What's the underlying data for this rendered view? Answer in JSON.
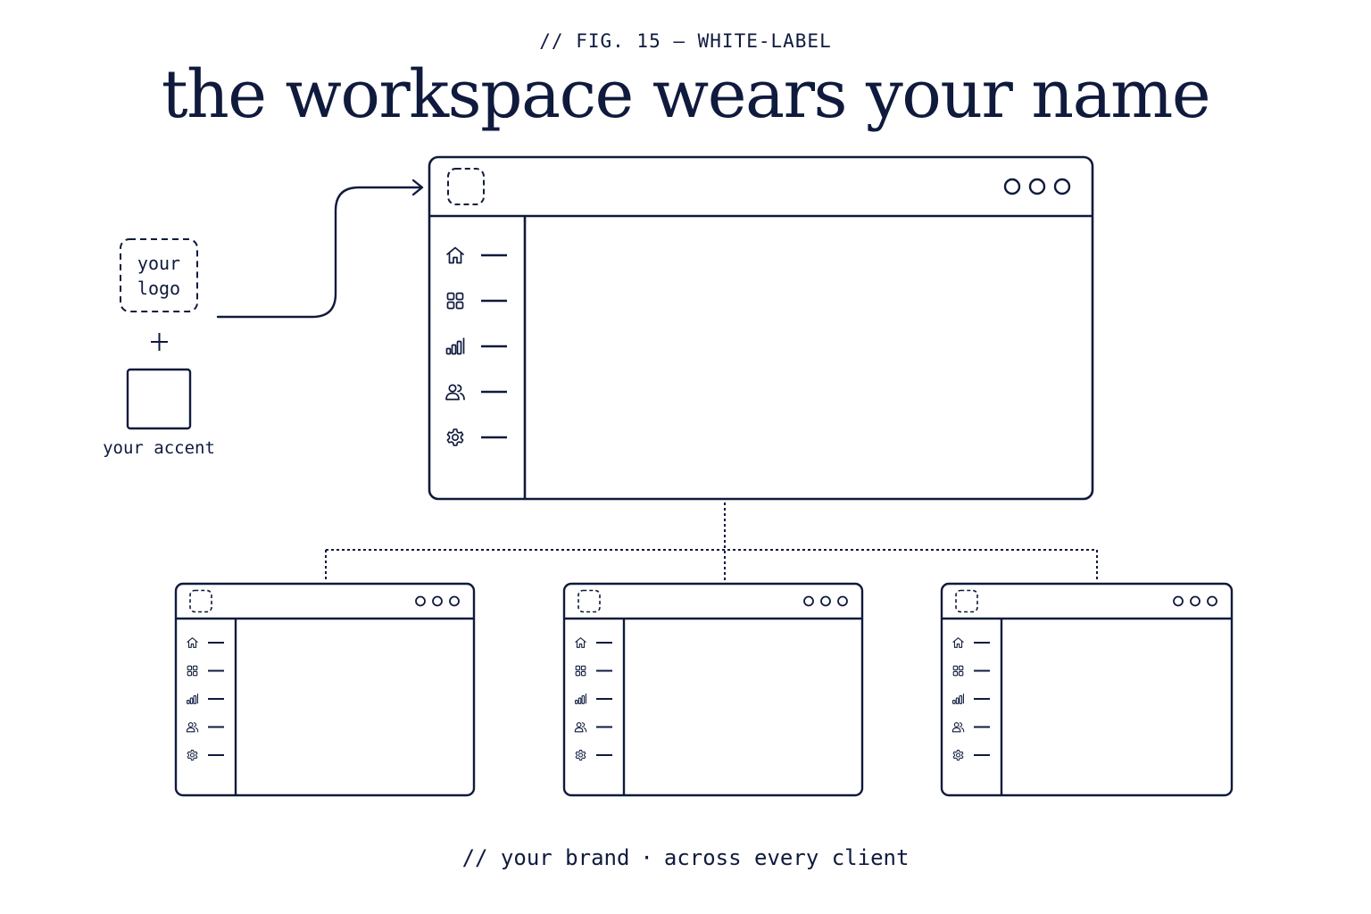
{
  "figure": {
    "label": "// FIG. 15 — WHITE-LABEL",
    "title": "the workspace wears your name"
  },
  "brand_inputs": {
    "logo_placeholder_label": [
      "your",
      "logo"
    ],
    "plus_symbol": "+",
    "accent_label": "your accent"
  },
  "master_window": {
    "nav_icons": [
      "home-icon",
      "grid-icon",
      "bar-chart-icon",
      "users-icon",
      "gear-icon"
    ],
    "window_controls": 3
  },
  "client_windows": [
    {
      "id": "client-1"
    },
    {
      "id": "client-2"
    },
    {
      "id": "client-3"
    }
  ],
  "caption": {
    "left": "// your brand",
    "separator": "·",
    "right": "across every client"
  },
  "colors": {
    "ink": "#0f1a3d",
    "background": "#ffffff"
  }
}
